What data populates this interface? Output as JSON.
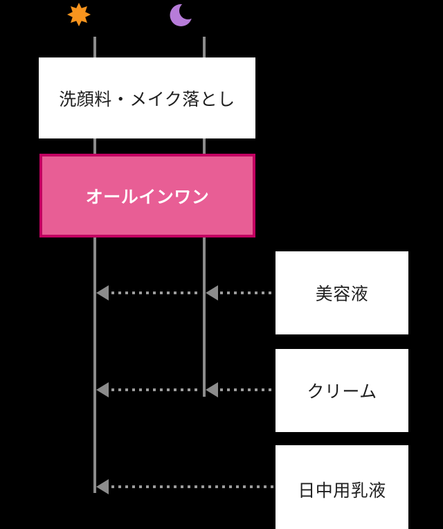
{
  "page": {
    "background": "#000000",
    "type": "skincare-routine-flow-diagram"
  },
  "columns": {
    "day": {
      "icon": "sun-icon",
      "color": "#F7941E"
    },
    "night": {
      "icon": "moon-icon",
      "color": "#B77CD9"
    }
  },
  "steps": {
    "cleanser": {
      "label": "洗顔料・メイク落とし"
    },
    "all_in_one": {
      "label": "オールインワン",
      "fill": "#E85E95",
      "border": "#C30061",
      "text_color": "#FFFFFF"
    },
    "serum": {
      "label": "美容液"
    },
    "cream": {
      "label": "クリーム"
    },
    "day_emulsion": {
      "label": "日中用乳液"
    }
  },
  "connectors": {
    "line_color": "#8C8C8C",
    "dot_color": "#9C9C9C",
    "style": "dotted-arrows-pointing-left"
  }
}
